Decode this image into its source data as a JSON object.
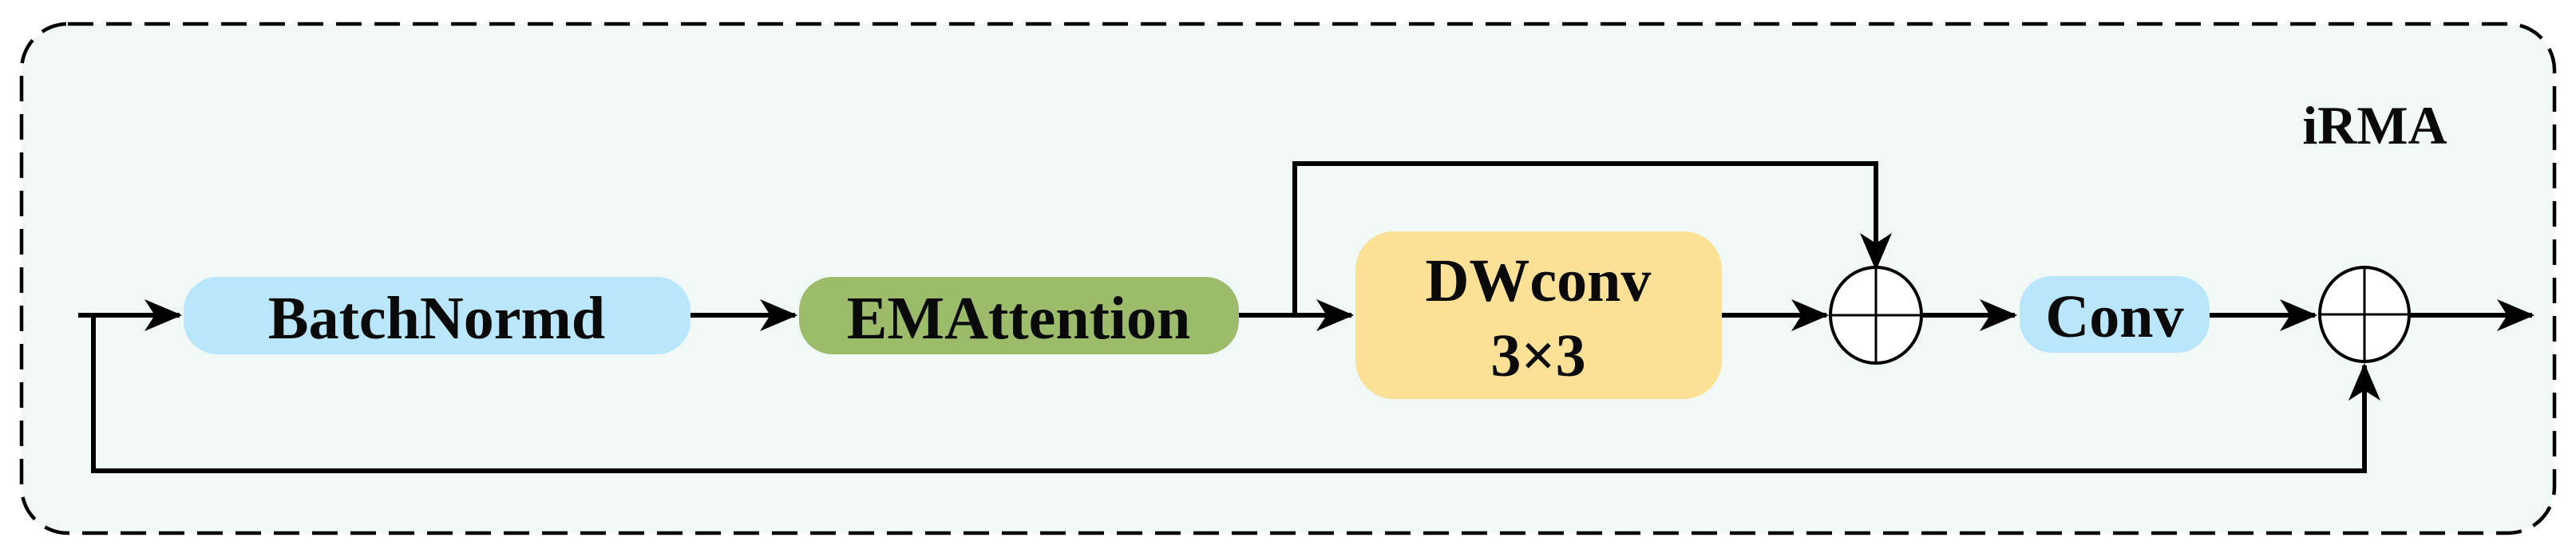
{
  "diagram": {
    "title_label": "iRMA",
    "type": "block-diagram",
    "background_color": "#F1F9F7",
    "outer_background": "#FFFFFF",
    "border_style": "black dashed rounded rectangle",
    "line_color": "#000000",
    "colors": {
      "light_blue": "#BAE6FB",
      "green": "#9CBC6C",
      "yellow": "#FBE195",
      "sum_fill": "#FFFFFF"
    },
    "nodes": [
      {
        "id": "batchnormd",
        "label": "BatchNormd",
        "fill": "#BAE6FB",
        "shape": "rounded-pill"
      },
      {
        "id": "emattention",
        "label": "EMAttention",
        "fill": "#9CBC6C",
        "shape": "rounded-pill"
      },
      {
        "id": "dwconv",
        "label": "DWconv",
        "sublabel": "3×3",
        "fill": "#FBE195",
        "shape": "rounded-rect"
      },
      {
        "id": "sum1",
        "symbol": "circle-plus",
        "operator": "element-wise-add",
        "fill": "#FFFFFF",
        "shape": "circle-plus"
      },
      {
        "id": "conv",
        "label": "Conv",
        "fill": "#BAE6FB",
        "shape": "rounded-pill"
      },
      {
        "id": "sum2",
        "symbol": "circle-plus",
        "operator": "element-wise-add",
        "fill": "#FFFFFF",
        "shape": "circle-plus"
      }
    ],
    "edges": [
      {
        "from": "input",
        "to": "batchnormd"
      },
      {
        "from": "batchnormd",
        "to": "emattention"
      },
      {
        "from": "emattention",
        "to": "dwconv"
      },
      {
        "from": "emattention",
        "to": "sum1",
        "kind": "skip-over-dwconv"
      },
      {
        "from": "dwconv",
        "to": "sum1"
      },
      {
        "from": "sum1",
        "to": "conv"
      },
      {
        "from": "conv",
        "to": "sum2"
      },
      {
        "from": "input",
        "to": "sum2",
        "kind": "residual-skip"
      },
      {
        "from": "sum2",
        "to": "output"
      }
    ]
  }
}
